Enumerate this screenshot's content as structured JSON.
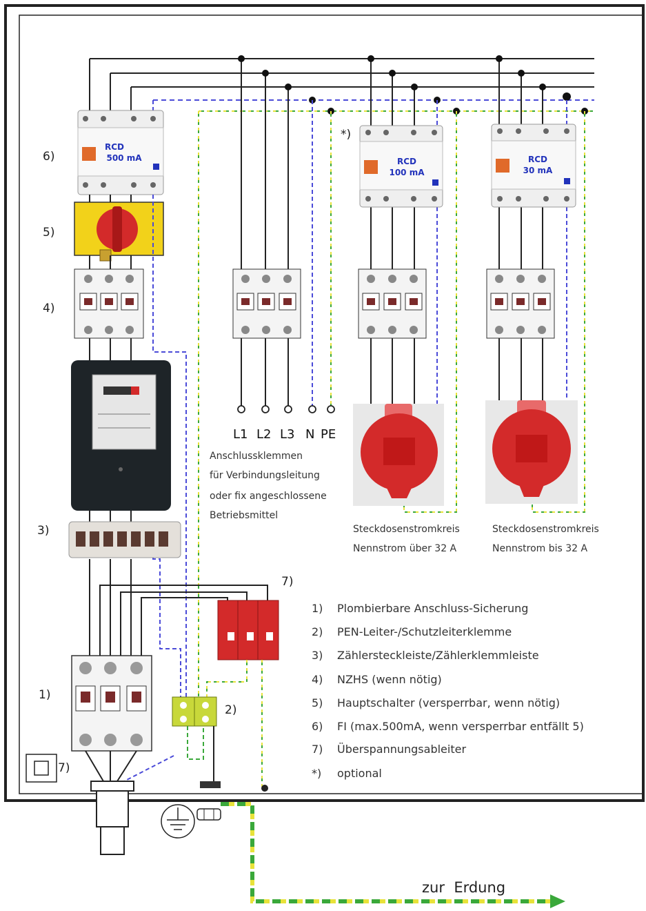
{
  "rcd_main": {
    "line1": "RCD",
    "line2": "500 mA"
  },
  "rcd_socket1": {
    "line1": "RCD",
    "line2": "100 mA"
  },
  "rcd_socket2": {
    "line1": "RCD",
    "line2": "30 mA"
  },
  "component_labels": {
    "c6": "6)",
    "c5": "5)",
    "c4": "4)",
    "c3": "3)",
    "c1": "1)",
    "c2": "2)",
    "c7a": "7)",
    "c7b": "7)",
    "opt": "*)"
  },
  "terminals": {
    "l1": "L1",
    "l2": "L2",
    "l3": "L3",
    "n": "N",
    "pe": "PE"
  },
  "terminal_note": [
    "Anschlussklemmen",
    "für Verbindungsleitung",
    "oder fix angeschlossene",
    "Betriebsmittel"
  ],
  "socket1": {
    "line1": "Steckdosenstromkreis",
    "line2": "Nennstrom über 32 A"
  },
  "socket2": {
    "line1": "Steckdosenstromkreis",
    "line2": "Nennstrom bis 32 A"
  },
  "legend": [
    {
      "num": "1)",
      "text": "Plombierbare Anschluss-Sicherung"
    },
    {
      "num": "2)",
      "text": "PEN-Leiter-/Schutzleiterklemme"
    },
    {
      "num": "3)",
      "text": "Zählersteckleiste/Zählerklemmleiste"
    },
    {
      "num": "4)",
      "text": "NZHS (wenn nötig)"
    },
    {
      "num": "5)",
      "text": "Hauptschalter (versperrbar, wenn nötig)"
    },
    {
      "num": "6)",
      "text": "FI (max.500mA, wenn versperrbar entfällt 5)"
    },
    {
      "num": "7)",
      "text": "Überspannungsableiter"
    },
    {
      "num": "*)",
      "text": "optional"
    }
  ],
  "earth_label": "zur  Erdung",
  "colors": {
    "red": "#d32a2a",
    "yellow": "#f2d21a",
    "blue_n": "#4a4ad8",
    "pe_green": "#3aa83a",
    "pe_yellow": "#e8e23a"
  },
  "icon_names": [
    "earth-ground-icon",
    "main-switch-knob-icon",
    "padlock-icon",
    "arrow-right-icon"
  ]
}
